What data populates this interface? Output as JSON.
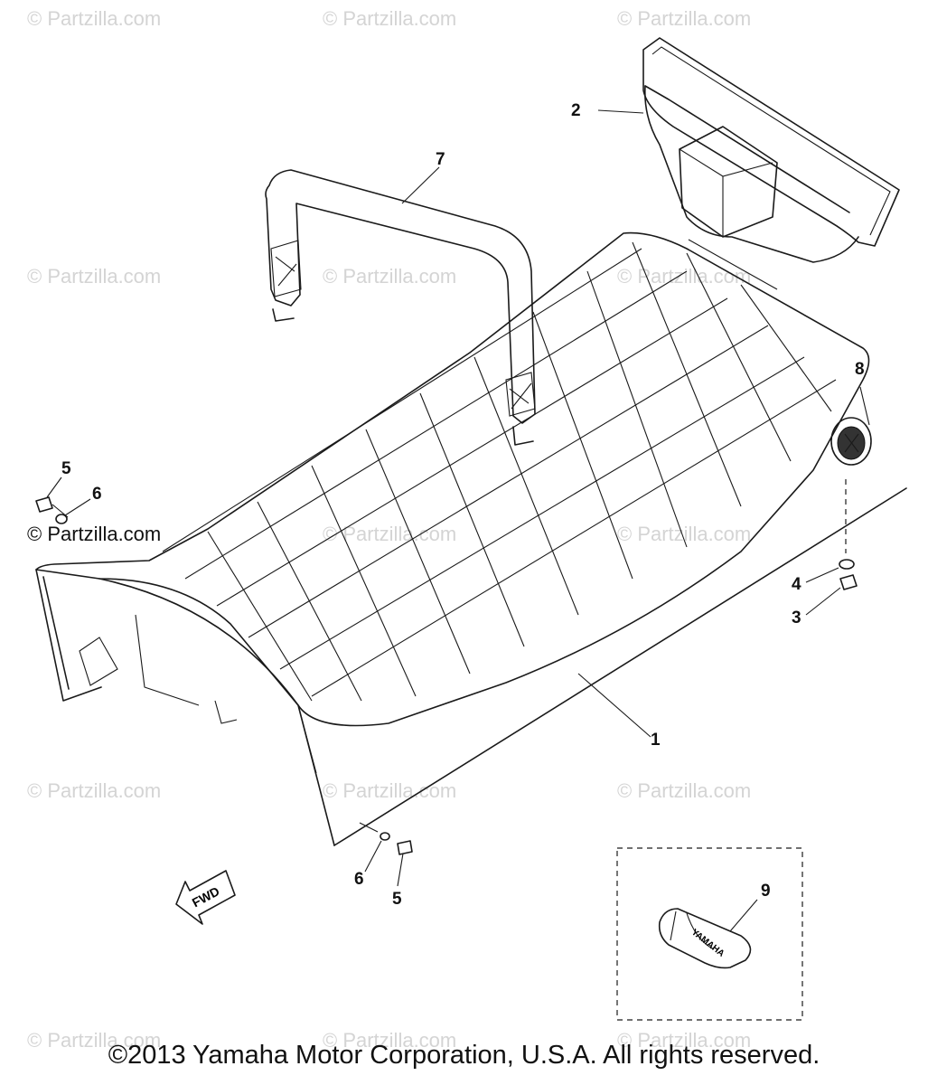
{
  "watermark": "© Partzilla.com",
  "site_label": "© Partzilla.com",
  "copyright": "©2013  Yamaha Motor Corporation, U.S.A. All rights reserved.",
  "fwd_label": "FWD",
  "pouch_label": "YAMAHA",
  "callouts": {
    "c1": "1",
    "c2": "2",
    "c3": "3",
    "c4": "4",
    "c5a": "5",
    "c5b": "5",
    "c6a": "6",
    "c6b": "6",
    "c7": "7",
    "c8": "8",
    "c9": "9"
  }
}
